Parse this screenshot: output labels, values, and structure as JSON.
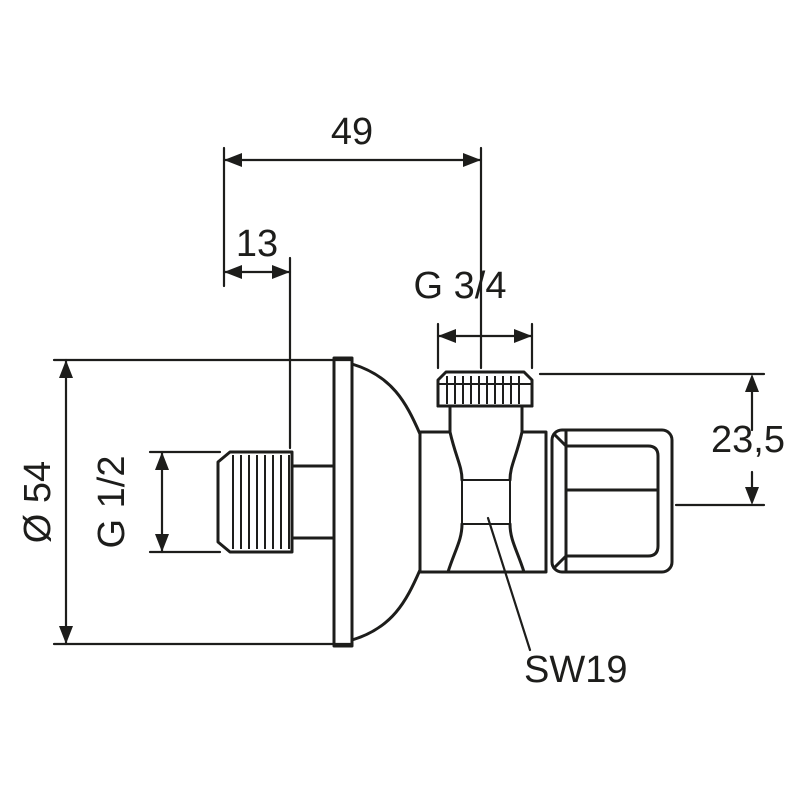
{
  "drawing": {
    "title": "angle-valve-dimensioned-drawing",
    "background_color": "#ffffff",
    "line_color": "#1d1d1b",
    "dimensions": {
      "top_width": "49",
      "thread_length": "13",
      "outlet_thread": "G 3/4",
      "rosette_diameter": "Ø 54",
      "inlet_thread": "G 1/2",
      "outlet_height": "23,5",
      "wrench_size": "SW19"
    }
  }
}
